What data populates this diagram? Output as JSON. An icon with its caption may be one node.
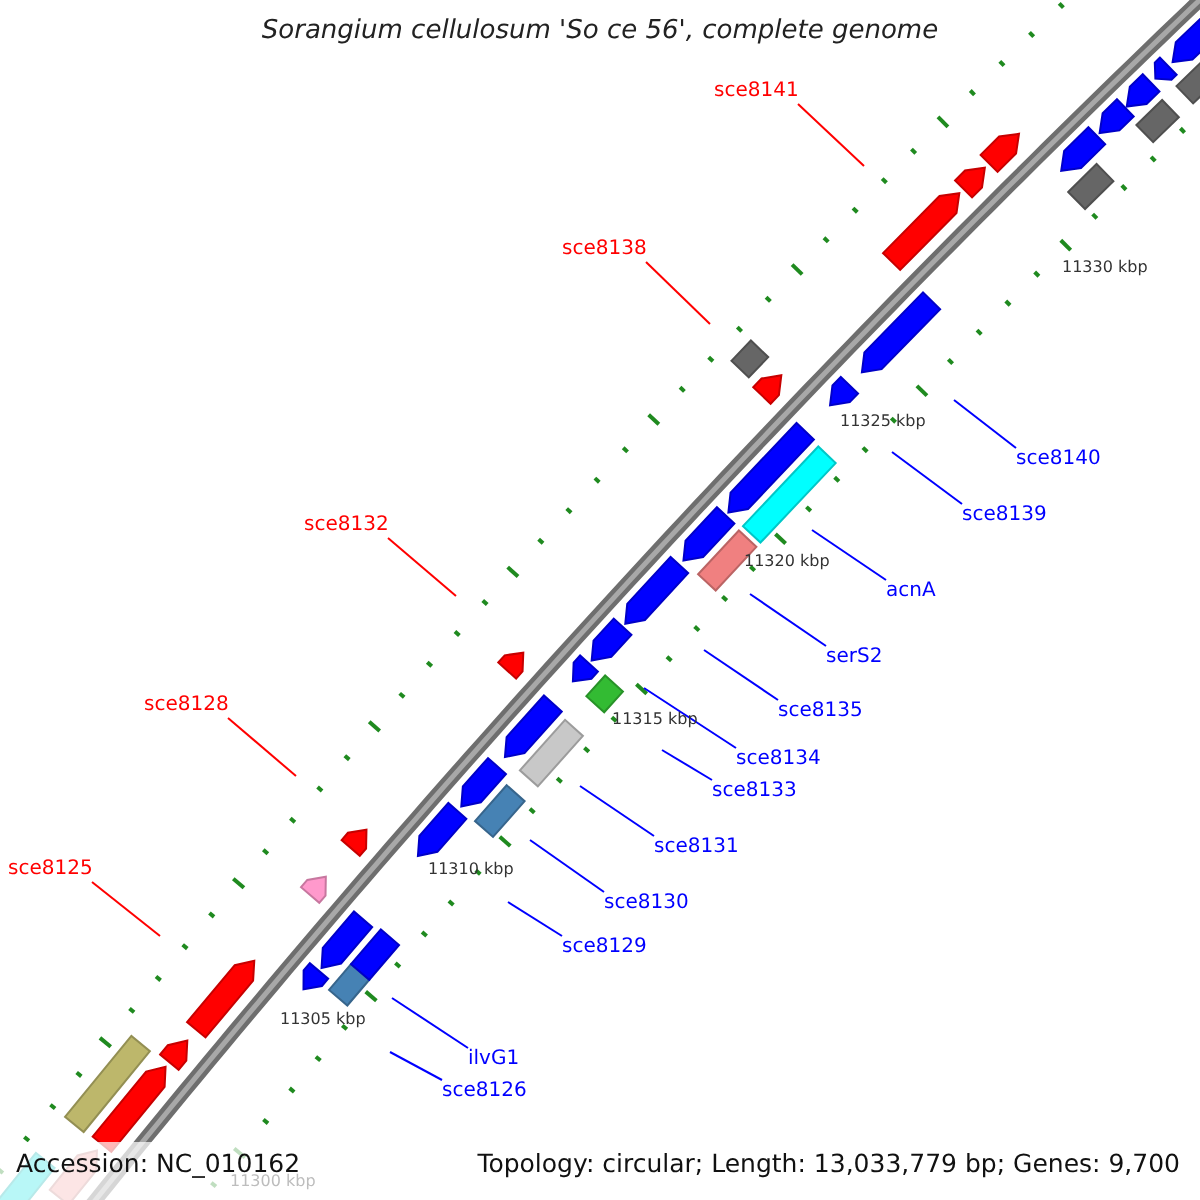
{
  "diagram": {
    "title": "Sorangium cellulosum 'So ce 56', complete genome",
    "nodes": [
      {
        "text": [
          "sce8141"
        ]
      },
      {
        "text": [
          "sce8138"
        ]
      },
      {
        "text": [
          "sce8140"
        ]
      },
      {
        "text": [
          "sce8139"
        ]
      },
      {
        "text": [
          "sce8132"
        ]
      },
      {
        "text": [
          "acnA"
        ]
      },
      {
        "text": [
          "serS2"
        ]
      },
      {
        "text": [
          "sce8135"
        ]
      },
      {
        "text": [
          "sce8128"
        ]
      },
      {
        "text": [
          "sce8134"
        ]
      },
      {
        "text": [
          "sce8133"
        ]
      },
      {
        "text": [
          "sce8131"
        ]
      },
      {
        "text": [
          "sce8125"
        ]
      },
      {
        "text": [
          "sce8130"
        ]
      },
      {
        "text": [
          "sce8129"
        ]
      },
      {
        "text": [
          "ilvG1"
        ]
      },
      {
        "text": [
          "sce8126"
        ]
      }
    ],
    "edges": [
      {
        "from": 0,
        "to": null,
        "arrow": "none",
        "color": "#ff0000"
      },
      {
        "from": 1,
        "to": null,
        "arrow": "none",
        "color": "#ff0000"
      },
      {
        "from": 2,
        "to": null,
        "arrow": "none"
      },
      {
        "from": 3,
        "to": null,
        "arrow": "none"
      },
      {
        "from": 4,
        "to": null,
        "arrow": "none",
        "color": "#ff0000"
      },
      {
        "from": 5,
        "to": null,
        "arrow": "none"
      },
      {
        "from": 6,
        "to": null,
        "arrow": "none"
      },
      {
        "from": 7,
        "to": null,
        "arrow": "none"
      },
      {
        "from": 8,
        "to": null,
        "arrow": "none",
        "color": "#ff0000"
      },
      {
        "from": 9,
        "to": null,
        "arrow": "none"
      },
      {
        "from": 10,
        "to": null,
        "arrow": "none"
      },
      {
        "from": 11,
        "to": null,
        "arrow": "none"
      },
      {
        "from": 12,
        "to": null,
        "arrow": "none",
        "color": "#ff0000"
      },
      {
        "from": 13,
        "to": null,
        "arrow": "none"
      },
      {
        "from": 14,
        "to": null,
        "arrow": "none"
      },
      {
        "from": 15,
        "to": null,
        "arrow": "none"
      },
      {
        "from": 16,
        "to": null,
        "arrow": "none"
      }
    ],
    "labels": [
      "11330 kbp",
      "11325 kbp",
      "11320 kbp",
      "11315 kbp",
      "11310 kbp",
      "11305 kbp",
      "11300 kbp",
      "Accession: NC_010162",
      "Topology: circular; Length: 13,033,779 bp; Genes: 9,700"
    ]
  }
}
